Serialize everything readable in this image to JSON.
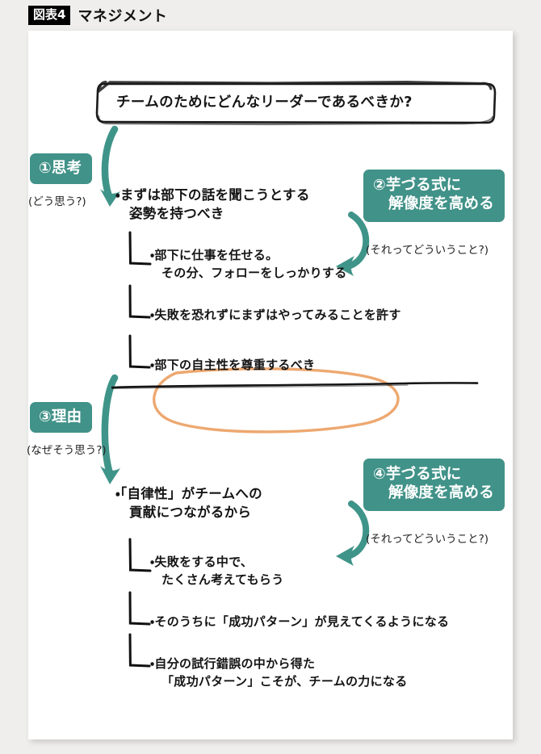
{
  "header": {
    "figure_badge": "図表4",
    "title": "マネジメント"
  },
  "question_box": {
    "text": "チームのためにどんなリーダーであるべきか?"
  },
  "steps": [
    {
      "id": "step-1",
      "chip_line1": "①思考",
      "chip_line2": "",
      "note": "(どう思う?)"
    },
    {
      "id": "step-2",
      "chip_line1": "②芋づる式に",
      "chip_line2": "解像度を高める",
      "note": "(それってどういうこと?)"
    },
    {
      "id": "step-3",
      "chip_line1": "③理由",
      "chip_line2": "",
      "note": "(なぜそう思う?)"
    },
    {
      "id": "step-4",
      "chip_line1": "④芋づる式に",
      "chip_line2": "解像度を高める",
      "note": "(それってどういうこと?)"
    }
  ],
  "section_thought": {
    "main": {
      "line1": "・まずは部下の話を聞こうとする",
      "line2": "姿勢を持つべき"
    },
    "items": [
      {
        "line1": "・部下に仕事を任せる。",
        "line2": "その分、フォローをしっかりする",
        "highlighted": false
      },
      {
        "line1": "・失敗を恐れずにまずはやってみることを許す",
        "line2": "",
        "highlighted": false
      },
      {
        "line1": "・部下の自主性を尊重するべき",
        "line2": "",
        "highlighted": true
      }
    ]
  },
  "section_reason": {
    "main": {
      "line1": "・「自律性」がチームへの",
      "line2": "貢献につながるから"
    },
    "items": [
      {
        "line1": "・失敗をする中で、",
        "line2": "たくさん考えてもらう",
        "highlighted": false
      },
      {
        "line1": "・そのうちに「成功パターン」が見えてくるようになる",
        "line2": "",
        "highlighted": false
      },
      {
        "line1": "・自分の試行錯誤の中から得た",
        "line2": "「成功パターン」こそが、チームの力になる",
        "highlighted": false
      }
    ]
  },
  "colors": {
    "teal": "#419288",
    "highlight_orange": "#eda870",
    "ink": "#141414",
    "badge_bg": "#000000",
    "card_bg": "#ffffff",
    "page_bg": "#efeeec"
  }
}
